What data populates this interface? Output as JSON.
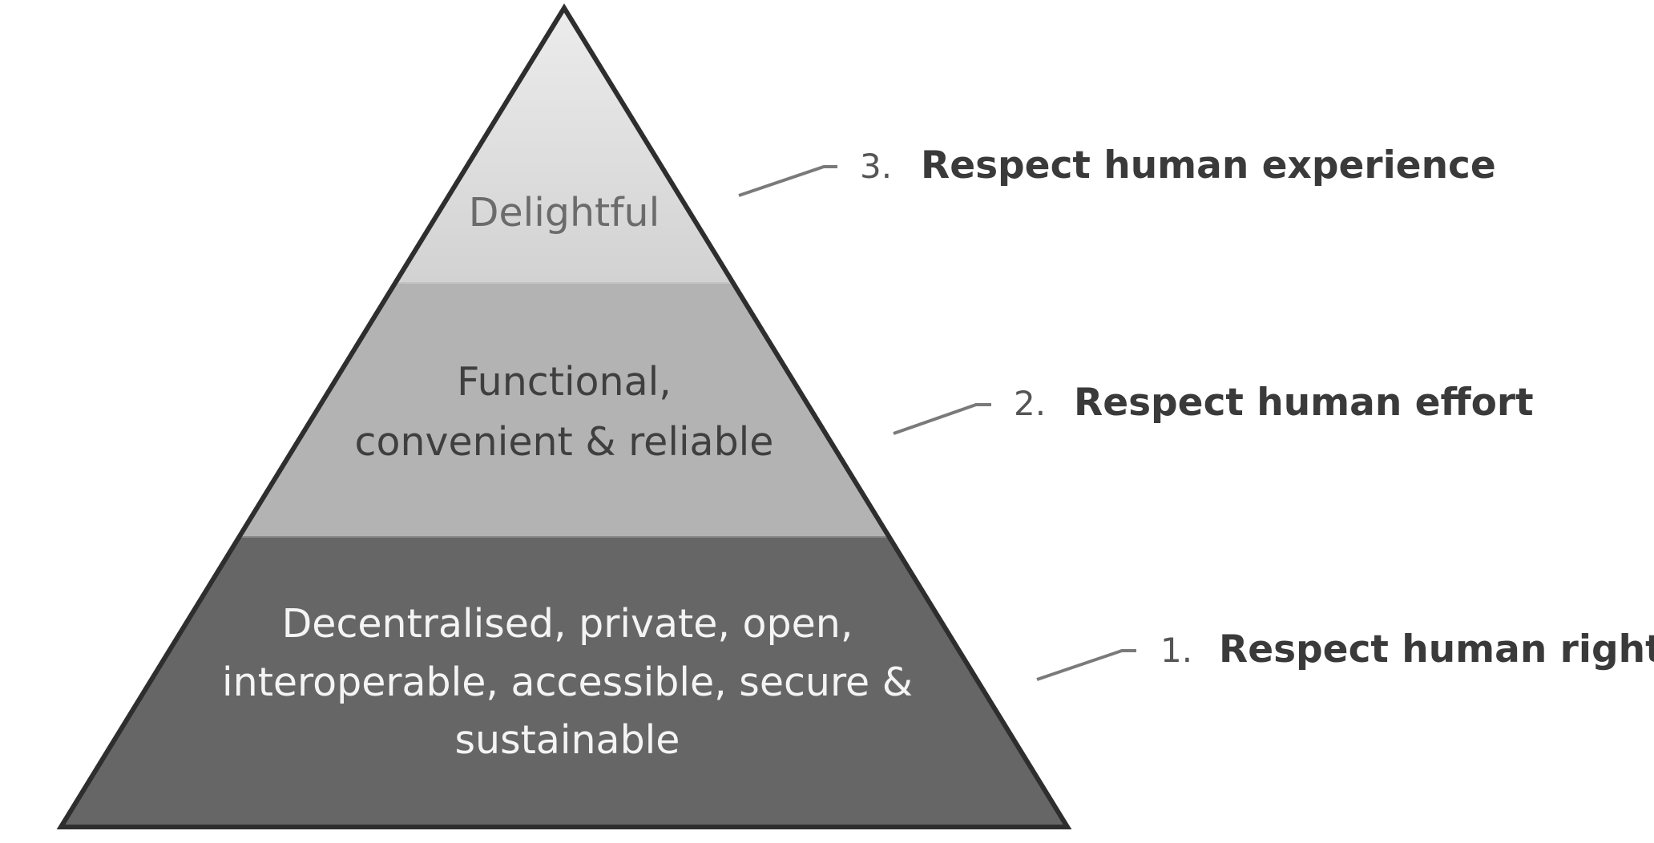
{
  "pyramid": {
    "tiers": [
      {
        "level": "top",
        "lines": [
          "Delightful"
        ],
        "fill": "#d9d9d9",
        "label_number": "3.",
        "label_text": "Respect human experience"
      },
      {
        "level": "middle",
        "lines": [
          "Functional,",
          "convenient & reliable"
        ],
        "fill": "#b3b3b3",
        "label_number": "2.",
        "label_text": "Respect human effort"
      },
      {
        "level": "base",
        "lines": [
          "Decentralised, private, open,",
          "interoperable, accessible, secure &",
          "sustainable"
        ],
        "fill": "#666666",
        "label_number": "1.",
        "label_text": "Respect human rights"
      }
    ],
    "outline_color": "#2e2e2e",
    "leader_color": "#7a7a7a"
  }
}
